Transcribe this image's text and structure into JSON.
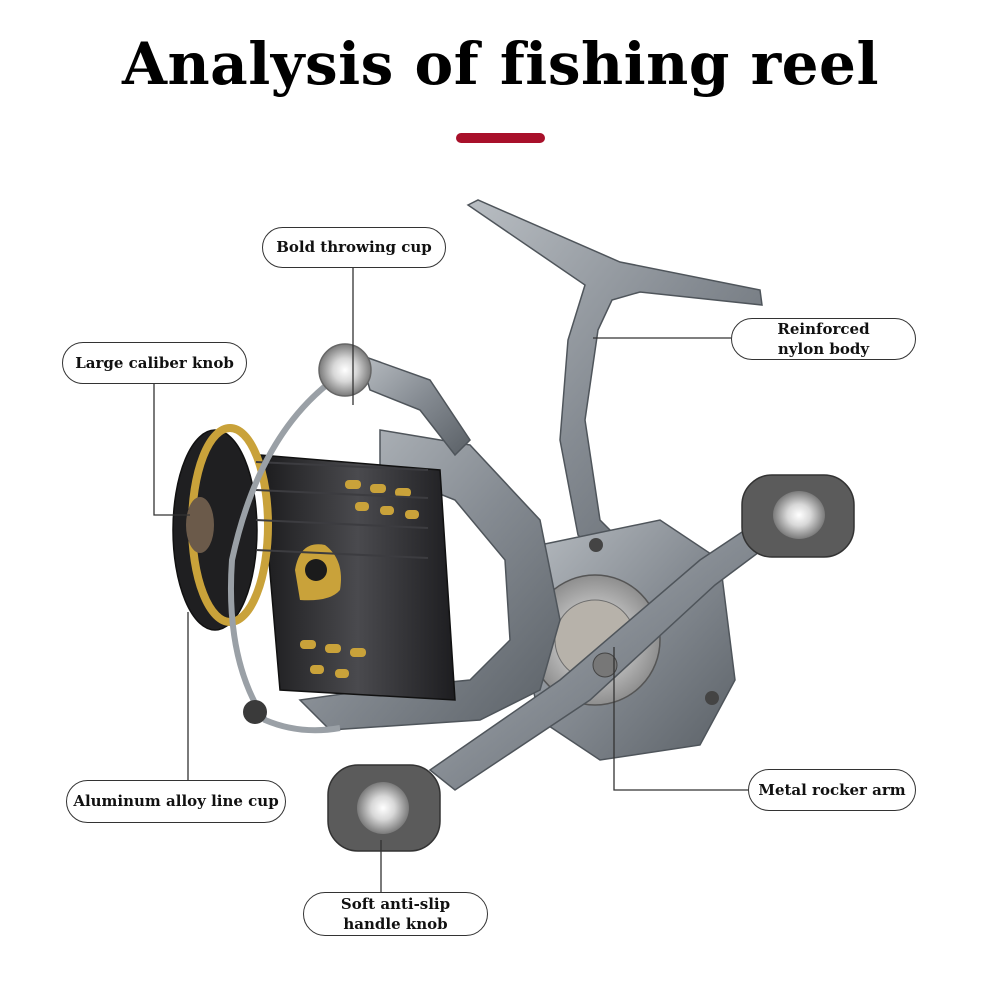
{
  "title": "Analysis of fishing reel",
  "accent_color": "#a8102a",
  "reel_colors": {
    "body": "#8a9096",
    "body_dark": "#5d646b",
    "spool": "#2a2a2c",
    "gold": "#c9a23a",
    "handle_knob": "#6b6b6b"
  },
  "callouts": {
    "throwing_cup": {
      "line1": "Bold throwing cup"
    },
    "caliber_knob": {
      "line1": "Large caliber knob"
    },
    "nylon_body": {
      "line1": "Reinforced",
      "line2": "nylon body"
    },
    "line_cup": {
      "line1": "Aluminum alloy line cup"
    },
    "rocker_arm": {
      "line1": "Metal rocker arm"
    },
    "handle_knob": {
      "line1": "Soft anti-slip",
      "line2": "handle knob"
    }
  }
}
